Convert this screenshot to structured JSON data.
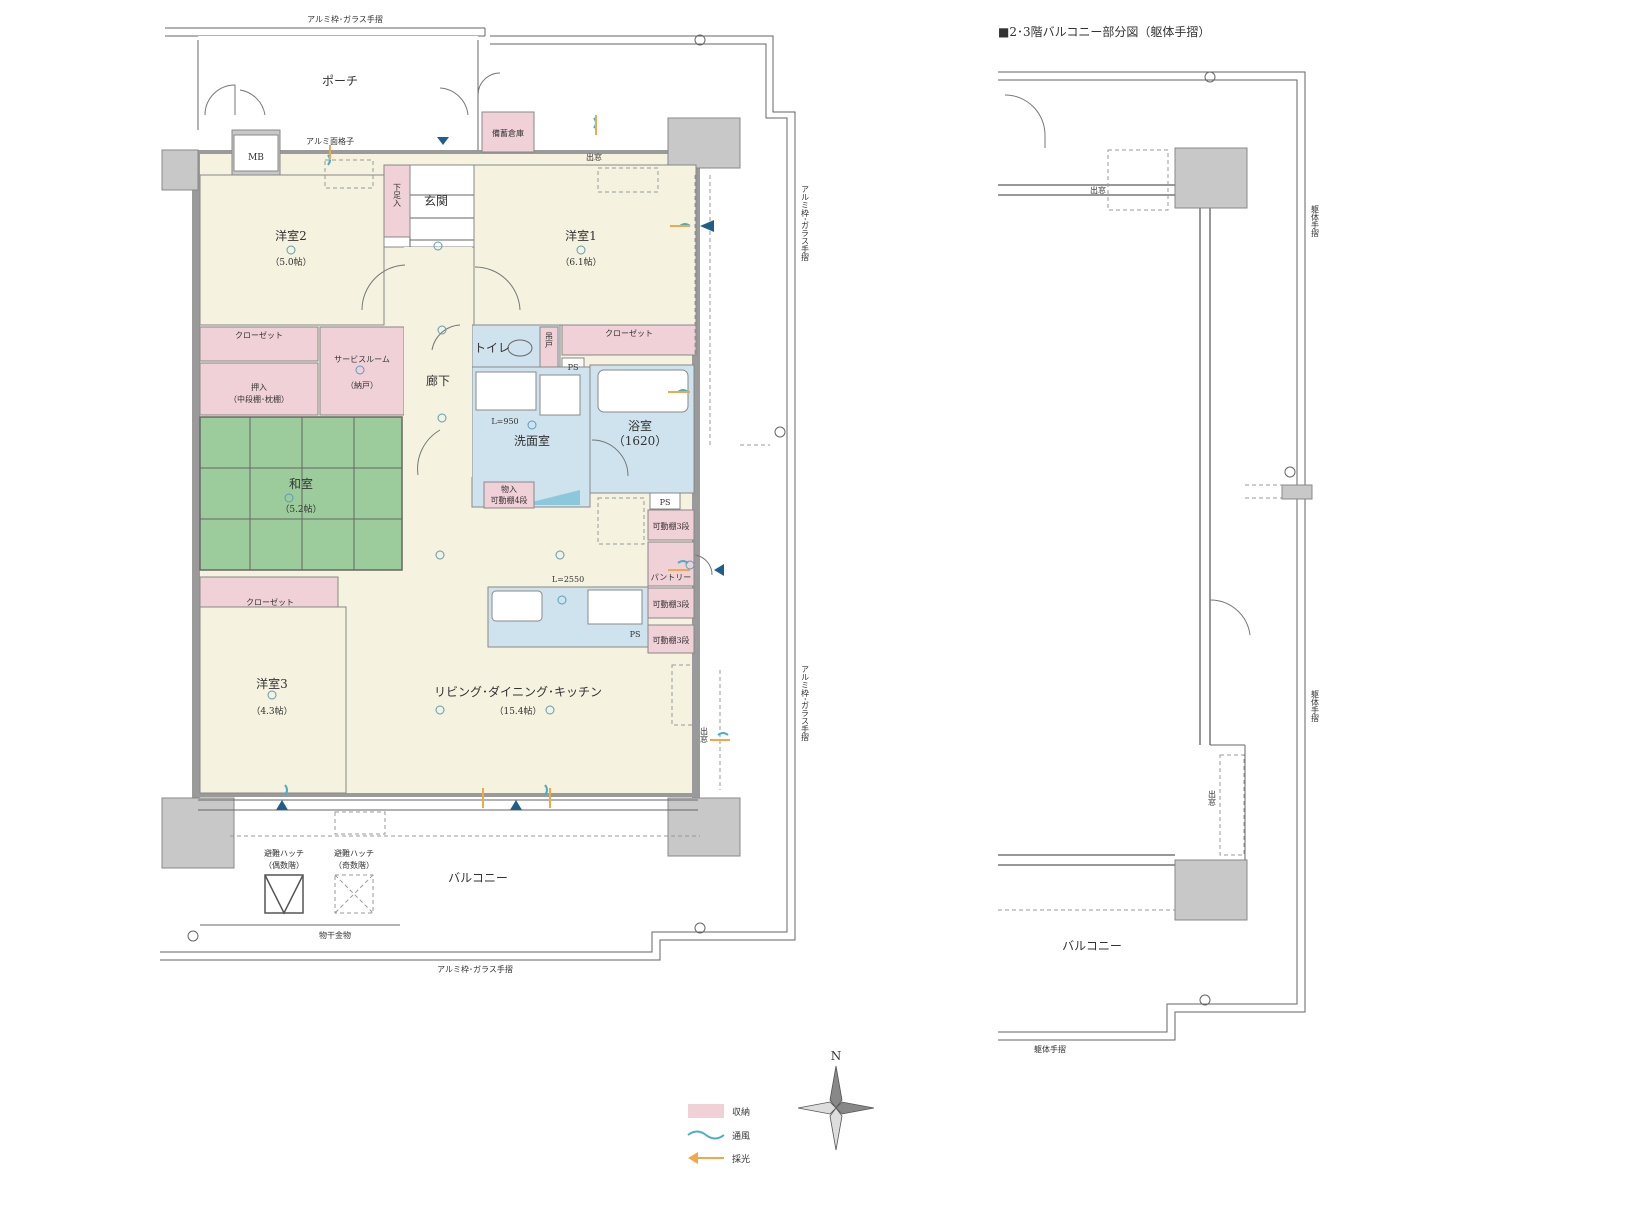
{
  "colors": {
    "wall": "#9a9a9a",
    "pillar": "#c8c8c8",
    "room_bed": "#f5f2df",
    "room_ldk": "#f5f2df",
    "storage": "#f1d1d8",
    "wet": "#cfe3ee",
    "tatami": "#9ccc9b",
    "ventilation": "#4aaec7",
    "daylight": "#f0a94a",
    "outline": "#777777"
  },
  "title_right": "■2･3階バルコニー部分図（躯体手摺）",
  "rooms": {
    "porch": "ポーチ",
    "mb": "MB",
    "entrance": "玄関",
    "shoe_storage": "下足入",
    "storage_bousai": "備蓄倉庫",
    "bedroom2": {
      "name": "洋室2",
      "size": "（5.0帖）"
    },
    "bedroom1": {
      "name": "洋室1",
      "size": "（6.1帖）"
    },
    "bedroom3": {
      "name": "洋室3",
      "size": "（4.3帖）"
    },
    "closet_a": "クローゼット",
    "closet_b": "クローゼット",
    "closet_c": "クローゼット",
    "oshiire": {
      "name": "押入",
      "note": "（中段棚･枕棚）"
    },
    "service_room": {
      "name": "サービスルーム",
      "note": "（納戸）"
    },
    "hallway": "廊下",
    "toilet": "トイレ",
    "toilet_cabinet": "吊戸",
    "ps1": "PS",
    "ps2": "PS",
    "ps3": "PS",
    "washroom": "洗面室",
    "washroom_width": "L=950",
    "bathroom": {
      "name": "浴室",
      "size": "（1620）"
    },
    "monoire": {
      "name": "物入",
      "note": "可動棚4段"
    },
    "washitsu": {
      "name": "和室",
      "size": "（5.2帖）"
    },
    "shelf1": "可動棚3段",
    "pantry": "パントリー",
    "shelf2": "可動棚3段",
    "shelf3": "可動棚3段",
    "kitchen_width": "L=2550",
    "ldk": {
      "name": "リビング･ダイニング･キッチン",
      "size": "（15.4帖）"
    },
    "balcony": "バルコニー",
    "hatch_even": {
      "name": "避難ハッチ",
      "note": "（偶数階）"
    },
    "hatch_odd": {
      "name": "避難ハッチ",
      "note": "（奇数階）"
    },
    "drying_rack": "物干金物",
    "bay_window_top": "出窓",
    "bay_window_side": "出窓",
    "grille": "アルミ面格子"
  },
  "rails": {
    "top": "アルミ枠･ガラス手摺",
    "right_upper": "アルミ枠･ガラス手摺",
    "right_lower": "アルミ枠･ガラス手摺",
    "bottom": "アルミ枠･ガラス手摺"
  },
  "right_plan": {
    "bay_window_top": "出窓",
    "bay_window_side": "出窓",
    "rail_upper": "躯体手摺",
    "rail_lower": "躯体手摺",
    "rail_bottom": "躯体手摺",
    "balcony": "バルコニー"
  },
  "compass": "N",
  "legend": [
    {
      "key": "storage",
      "label": "収納"
    },
    {
      "key": "ventilation",
      "label": "通風"
    },
    {
      "key": "daylight",
      "label": "採光"
    }
  ]
}
